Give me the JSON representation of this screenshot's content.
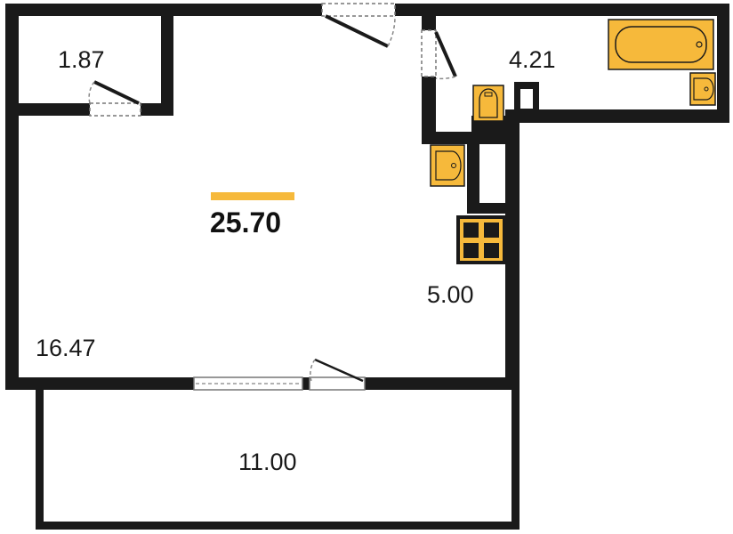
{
  "floor_plan": {
    "total_area": "25.70",
    "accent_color": "#f6b93b",
    "wall_color": "#1a1a1a",
    "rooms": [
      {
        "id": "closet",
        "area": "1.87"
      },
      {
        "id": "bathroom",
        "area": "4.21"
      },
      {
        "id": "kitchen",
        "area": "5.00"
      },
      {
        "id": "living-room",
        "area": "16.47"
      },
      {
        "id": "balcony",
        "area": "11.00"
      }
    ]
  }
}
